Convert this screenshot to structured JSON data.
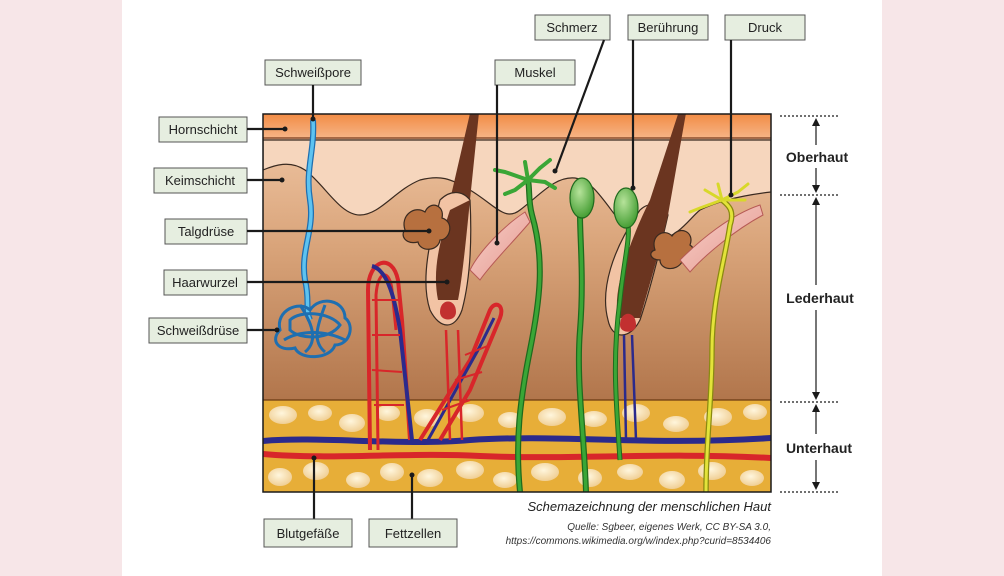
{
  "labels": {
    "hornschicht": "Hornschicht",
    "keimschicht": "Keimschicht",
    "talgdruese": "Talgdrüse",
    "haarwurzel": "Haarwurzel",
    "schweissdruese": "Schweißdrüse",
    "schweisspore": "Schweißpore",
    "muskel": "Muskel",
    "schmerz": "Schmerz",
    "beruehrung": "Berührung",
    "druck": "Druck",
    "blutgefaesse": "Blutgefäße",
    "fettzellen": "Fettzellen"
  },
  "zones": {
    "oberhaut": "Oberhaut",
    "lederhaut": "Lederhaut",
    "unterhaut": "Unterhaut"
  },
  "caption": "Schemazeichnung der menschlichen Haut",
  "source": {
    "line1": "Quelle: Sgbeer, eigenes Werk, CC BY-SA 3.0,",
    "line2": "https://commons.wikimedia.org/w/index.php?curid=8534406"
  },
  "colors": {
    "page": "#f7e6e8",
    "panel": "#ffffff",
    "horn": "#ef9a5a",
    "dermis": "#c98a5c",
    "fat": "#e8b13c",
    "vein": "#2b2a8c",
    "artery": "#d8262a",
    "sweat": "#3aa0e0",
    "nerve_green": "#3aa636",
    "nerve_yellow": "#e3e33a",
    "hair": "#6b3520"
  }
}
